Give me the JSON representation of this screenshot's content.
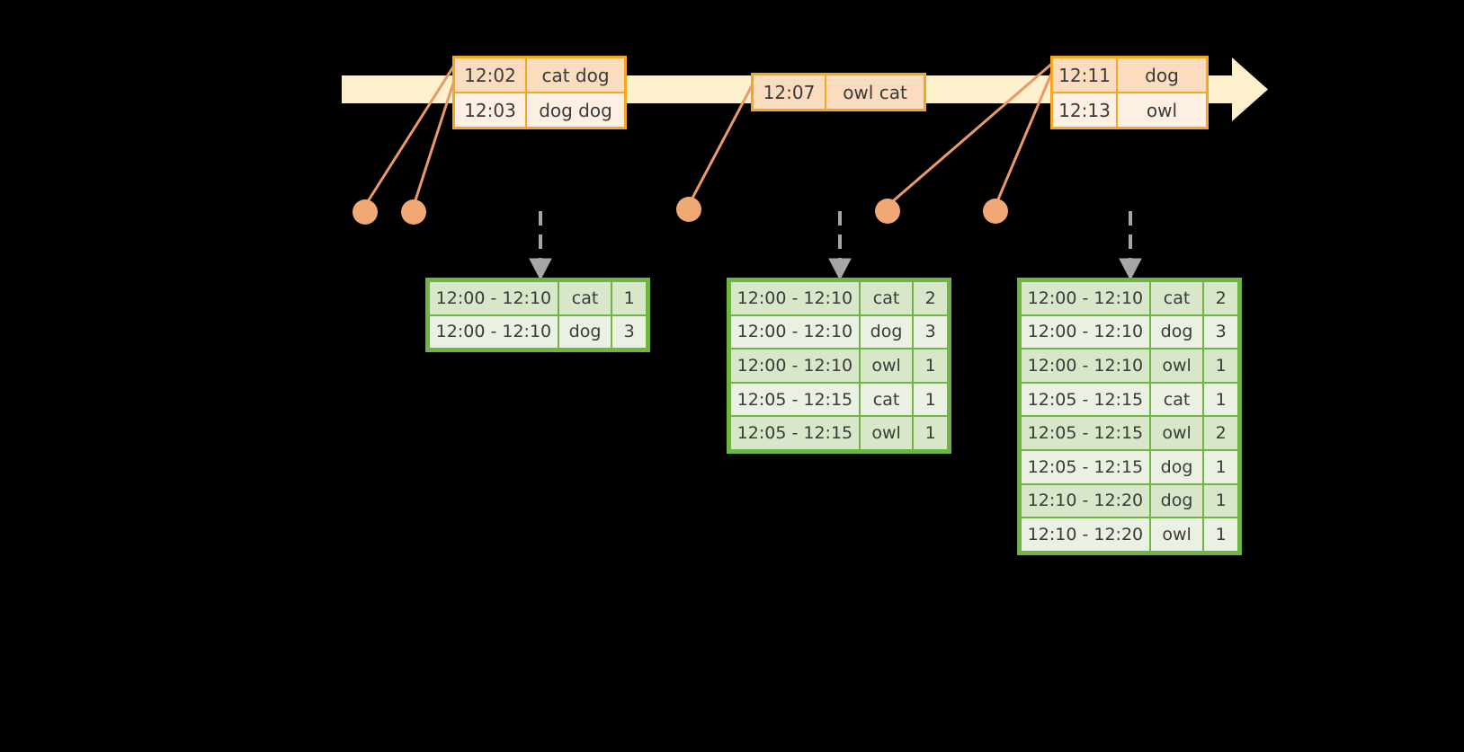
{
  "colors": {
    "background": "#000000",
    "timeline_fill": "#FDF0CD",
    "event_border": "#F5A623",
    "event_shade_dark": "#FBDCBE",
    "event_shade_light": "#FDF0E3",
    "table_border": "#6FB545",
    "table_shade_dark": "#D8E6CA",
    "table_shade_light": "#EAF1E3",
    "dot_fill": "#F0A875",
    "connector_line": "#E89A6B",
    "arrow_gray": "#A6A6A6"
  },
  "timeline": {
    "name": "event-stream-timeline",
    "direction": "left-to-right",
    "event_groups": [
      {
        "id": "group-1",
        "rows": [
          {
            "time": "12:02",
            "words": "cat dog",
            "shade": "dark"
          },
          {
            "time": "12:03",
            "words": "dog dog",
            "shade": "light"
          }
        ]
      },
      {
        "id": "group-2",
        "rows": [
          {
            "time": "12:07",
            "words": "owl cat",
            "shade": "dark"
          }
        ]
      },
      {
        "id": "group-3",
        "rows": [
          {
            "time": "12:11",
            "words": "dog",
            "shade": "dark"
          },
          {
            "time": "12:13",
            "words": "owl",
            "shade": "light"
          }
        ]
      }
    ]
  },
  "markers": [
    {
      "id": "marker-1",
      "label": "12:02"
    },
    {
      "id": "marker-2",
      "label": "12:03"
    },
    {
      "id": "marker-3",
      "label": "12:07"
    },
    {
      "id": "marker-4",
      "label": "12:11"
    },
    {
      "id": "marker-5",
      "label": "12:13"
    }
  ],
  "result_tables": [
    {
      "id": "window-table-1",
      "rows": [
        {
          "window": "12:00 - 12:10",
          "word": "cat",
          "count": "1",
          "shade": "dark"
        },
        {
          "window": "12:00 - 12:10",
          "word": "dog",
          "count": "3",
          "shade": "light"
        }
      ]
    },
    {
      "id": "window-table-2",
      "rows": [
        {
          "window": "12:00 - 12:10",
          "word": "cat",
          "count": "2",
          "shade": "dark"
        },
        {
          "window": "12:00 - 12:10",
          "word": "dog",
          "count": "3",
          "shade": "light"
        },
        {
          "window": "12:00 - 12:10",
          "word": "owl",
          "count": "1",
          "shade": "dark"
        },
        {
          "window": "12:05 - 12:15",
          "word": "cat",
          "count": "1",
          "shade": "light"
        },
        {
          "window": "12:05 - 12:15",
          "word": "owl",
          "count": "1",
          "shade": "dark"
        }
      ]
    },
    {
      "id": "window-table-3",
      "rows": [
        {
          "window": "12:00 - 12:10",
          "word": "cat",
          "count": "2",
          "shade": "dark"
        },
        {
          "window": "12:00 - 12:10",
          "word": "dog",
          "count": "3",
          "shade": "light"
        },
        {
          "window": "12:00 - 12:10",
          "word": "owl",
          "count": "1",
          "shade": "dark"
        },
        {
          "window": "12:05 - 12:15",
          "word": "cat",
          "count": "1",
          "shade": "light"
        },
        {
          "window": "12:05 - 12:15",
          "word": "owl",
          "count": "2",
          "shade": "dark"
        },
        {
          "window": "12:05 - 12:15",
          "word": "dog",
          "count": "1",
          "shade": "light"
        },
        {
          "window": "12:10 - 12:20",
          "word": "dog",
          "count": "1",
          "shade": "dark"
        },
        {
          "window": "12:10 - 12:20",
          "word": "owl",
          "count": "1",
          "shade": "light"
        }
      ]
    }
  ]
}
